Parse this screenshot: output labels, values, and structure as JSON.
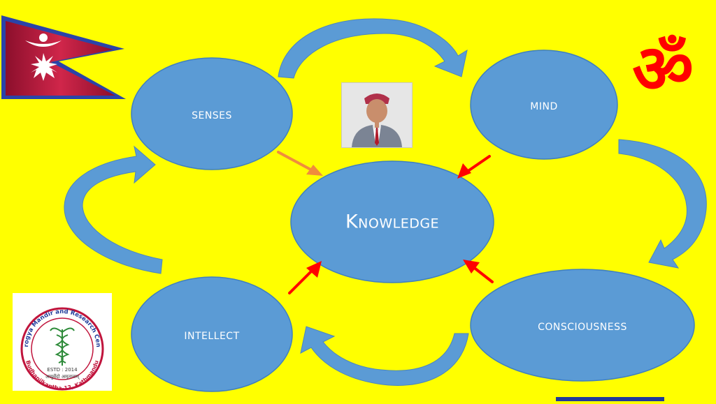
{
  "nodes": {
    "senses": "senses",
    "mind": "mind",
    "knowledge": "Knowledge",
    "intellect": "intellect",
    "consciousness": "consciousness"
  },
  "symbols": {
    "om": "ॐ"
  },
  "logo": {
    "name": "Aatreya Aarogya Mandir and Research Center (P) Ltd.",
    "established": "ESTD : 2014",
    "location": "Budhanilkantha-12, Kathmandu",
    "motto": "आयुर्वेदो अमृतानाम्"
  },
  "icons": [
    "nepal-flag-icon",
    "om-symbol-icon",
    "caduceus-icon",
    "portrait-photo"
  ],
  "colors": {
    "background": "#ffff00",
    "node_fill": "#5b9bd5",
    "cycle_arrow": "#5b9bd5",
    "arrow_red": "#ff0000",
    "arrow_orange": "#f08c3c",
    "om": "#ff0000",
    "flag_crimson": "#c0143c",
    "flag_border": "#1f3a9a"
  }
}
